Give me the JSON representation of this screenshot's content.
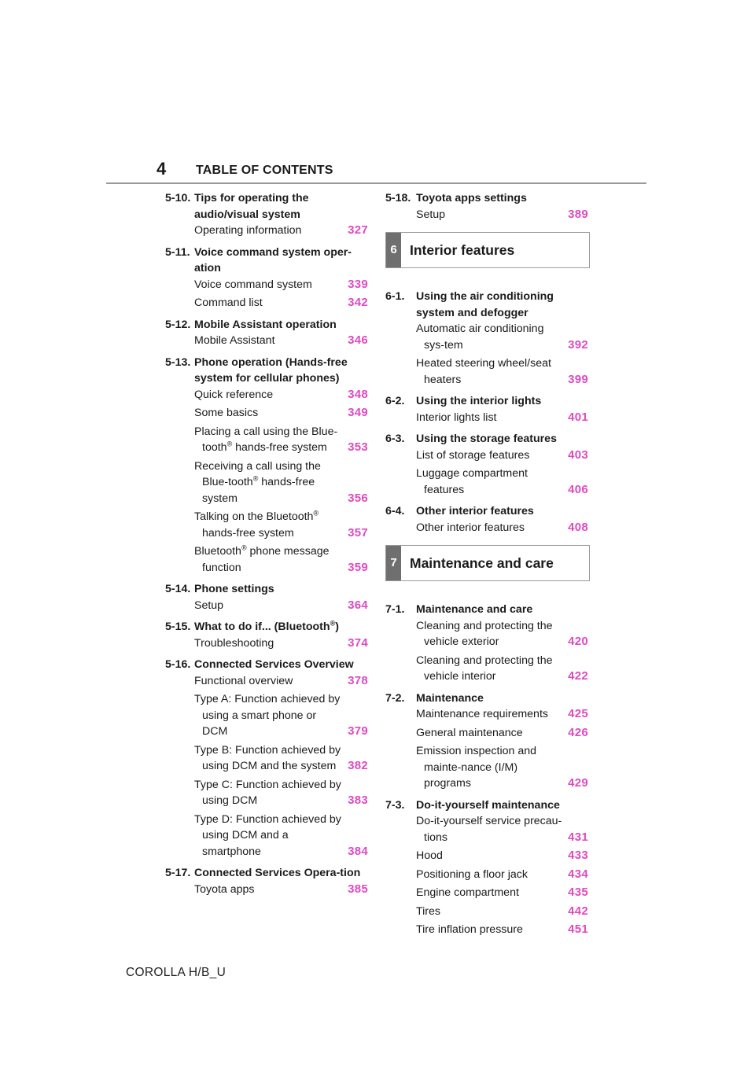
{
  "header": {
    "page_number": "4",
    "title": "TABLE OF CONTENTS"
  },
  "left": [
    {
      "num": "5-10.",
      "title": "Tips for operating the audio/visual system",
      "entries": [
        {
          "text": "Operating information",
          "page": "327"
        }
      ]
    },
    {
      "num": "5-11.",
      "title": "Voice command system oper-ation",
      "entries": [
        {
          "text": "Voice command system",
          "page": "339"
        },
        {
          "text": "Command list",
          "page": "342"
        }
      ]
    },
    {
      "num": "5-12.",
      "title": "Mobile Assistant operation",
      "entries": [
        {
          "text": "Mobile Assistant",
          "page": "346"
        }
      ]
    },
    {
      "num": "5-13.",
      "title": "Phone operation (Hands-free system for cellular phones)",
      "entries": [
        {
          "text": "Quick reference",
          "page": "348"
        },
        {
          "text": "Some basics",
          "page": "349"
        },
        {
          "text": "Placing a call using the Blue-tooth® hands-free system",
          "page": "353"
        },
        {
          "text": "Receiving a call using the Blue-tooth® hands-free system",
          "page": "356"
        },
        {
          "text": "Talking on the Bluetooth® hands-free system",
          "page": "357"
        },
        {
          "text": "Bluetooth® phone message function",
          "page": "359"
        }
      ]
    },
    {
      "num": "5-14.",
      "title": "Phone settings",
      "entries": [
        {
          "text": "Setup",
          "page": "364"
        }
      ]
    },
    {
      "num": "5-15.",
      "title": "What to do if... (Bluetooth®)",
      "entries": [
        {
          "text": "Troubleshooting",
          "page": "374"
        }
      ]
    },
    {
      "num": "5-16.",
      "title": "Connected Services Overview",
      "entries": [
        {
          "text": "Functional overview",
          "page": "378"
        },
        {
          "text": "Type A: Function achieved by using a smart phone or DCM",
          "page": "379"
        },
        {
          "text": "Type B: Function achieved by using DCM and the system",
          "page": "382"
        },
        {
          "text": "Type C: Function achieved by using DCM",
          "page": "383"
        },
        {
          "text": "Type D: Function achieved by using DCM and a smartphone",
          "page": "384"
        }
      ]
    },
    {
      "num": "5-17.",
      "title": "Connected Services Opera-tion",
      "entries": [
        {
          "text": "Toyota apps",
          "page": "385"
        }
      ]
    }
  ],
  "right_top": {
    "num": "5-18.",
    "title": "Toyota apps settings",
    "entries": [
      {
        "text": "Setup",
        "page": "389"
      }
    ]
  },
  "chapter6": {
    "number": "6",
    "title": "Interior features"
  },
  "ch6": [
    {
      "num": "6-1.",
      "title": "Using the air conditioning system and defogger",
      "entries": [
        {
          "text": "Automatic air conditioning sys-tem",
          "page": "392"
        },
        {
          "text": "Heated steering wheel/seat heaters",
          "page": "399"
        }
      ]
    },
    {
      "num": "6-2.",
      "title": "Using the interior lights",
      "entries": [
        {
          "text": "Interior lights list",
          "page": "401"
        }
      ]
    },
    {
      "num": "6-3.",
      "title": "Using the storage features",
      "entries": [
        {
          "text": "List of storage features",
          "page": "403"
        },
        {
          "text": "Luggage compartment features",
          "page": "406"
        }
      ]
    },
    {
      "num": "6-4.",
      "title": "Other interior features",
      "entries": [
        {
          "text": "Other interior features",
          "page": "408"
        }
      ]
    }
  ],
  "chapter7": {
    "number": "7",
    "title": "Maintenance and care"
  },
  "ch7": [
    {
      "num": "7-1.",
      "title": "Maintenance and care",
      "entries": [
        {
          "text": "Cleaning and protecting the vehicle exterior",
          "page": "420"
        },
        {
          "text": "Cleaning and protecting the vehicle interior",
          "page": "422"
        }
      ]
    },
    {
      "num": "7-2.",
      "title": "Maintenance",
      "entries": [
        {
          "text": "Maintenance requirements",
          "page": "425"
        },
        {
          "text": "General maintenance",
          "page": "426"
        },
        {
          "text": "Emission inspection and mainte-nance (I/M) programs",
          "page": "429"
        }
      ]
    },
    {
      "num": "7-3.",
      "title": "Do-it-yourself maintenance",
      "entries": [
        {
          "text": "Do-it-yourself service precau-tions",
          "page": "431"
        },
        {
          "text": "Hood",
          "page": "433"
        },
        {
          "text": "Positioning a floor jack",
          "page": "434"
        },
        {
          "text": "Engine compartment",
          "page": "435"
        },
        {
          "text": "Tires",
          "page": "442"
        },
        {
          "text": "Tire inflation pressure",
          "page": "451"
        }
      ]
    }
  ],
  "footer": {
    "model": "COROLLA H/B_U"
  },
  "colors": {
    "page_ref": "#e04ac0",
    "chapter_tab": "#6f6f6f"
  }
}
